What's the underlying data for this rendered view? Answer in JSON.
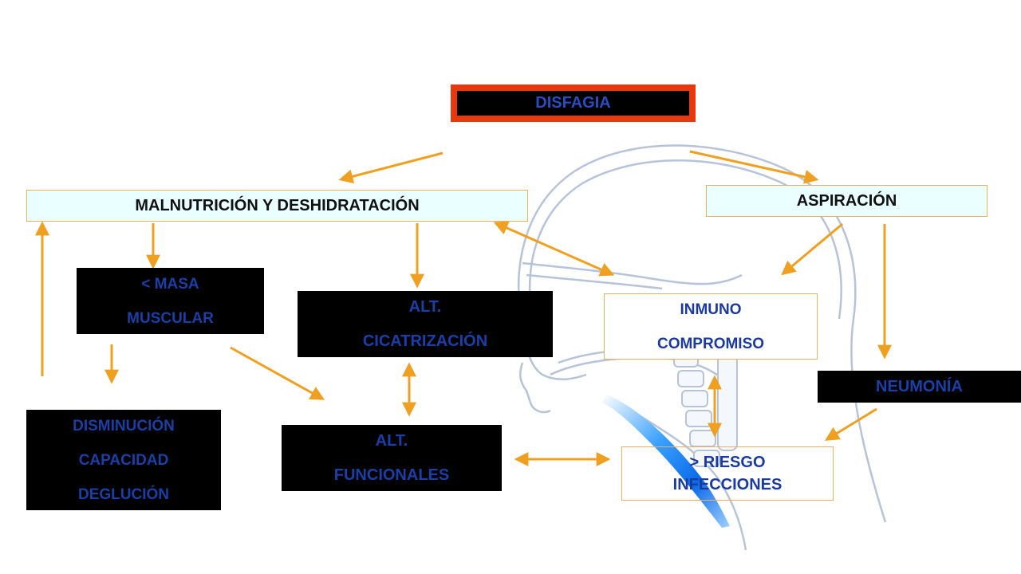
{
  "title": "DISFAGIA",
  "nodes": {
    "malnutricion": "MALNUTRICIÓN Y DESHIDRATACIÓN",
    "aspiracion": "ASPIRACIÓN",
    "masa_muscular": [
      "< MASA",
      "MUSCULAR"
    ],
    "cicatrizacion": [
      "ALT.",
      "CICATRIZACIÓN"
    ],
    "inmuno": [
      "INMUNO",
      "COMPROMISO"
    ],
    "neumonia": "NEUMONÍA",
    "deglucion": [
      "DISMINUCIÓN",
      "CAPACIDAD",
      "DEGLUCIÓN"
    ],
    "funcionales": [
      "ALT.",
      "FUNCIONALES"
    ],
    "riesgo": [
      "> RIESGO",
      "INFECCIONES"
    ]
  },
  "colors": {
    "arrow": "#f0a020",
    "title_border": "#e8380d",
    "dark_text": "#1a3fa8",
    "light_fill": "#eaffff"
  },
  "background_illustration": "head-neck-sagittal-icon"
}
